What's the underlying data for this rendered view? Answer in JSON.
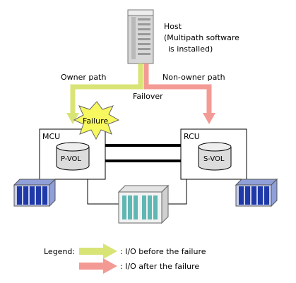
{
  "host": {
    "name": "Host",
    "note_line1": "(Multipath software",
    "note_line2": "is installed)"
  },
  "paths": {
    "owner": "Owner path",
    "non_owner": "Non-owner path",
    "failover": "Failover"
  },
  "failure_label": "Failure",
  "mcu": {
    "label": "MCU",
    "volume": "P-VOL"
  },
  "rcu": {
    "label": "RCU",
    "volume": "S-VOL"
  },
  "legend": {
    "title": "Legend:",
    "items": [
      {
        "text": ": I/O before the failure",
        "color": "#d9e476"
      },
      {
        "text": ": I/O after the failure",
        "color": "#f39a95"
      }
    ]
  },
  "colors": {
    "owner_path": "#d9e476",
    "non_owner_path": "#f39a95",
    "failure_burst": "#f7f760",
    "storage_blue": "#1f3aa8",
    "switch_teal": "#5fb7b4"
  }
}
